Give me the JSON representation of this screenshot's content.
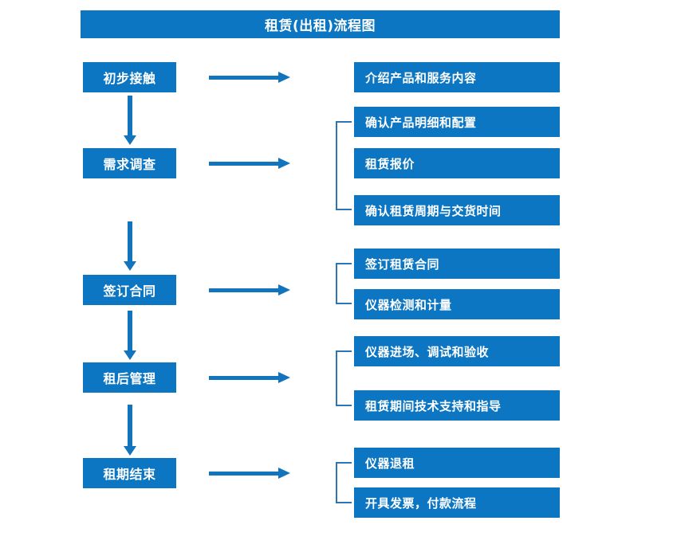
{
  "title": "租赁(出租)流程图",
  "theme": {
    "box_fill": "#0C76C3",
    "box_text": "#FFFFFF",
    "arrow": "#1274BC",
    "bracket": "#2E75B6",
    "background": "#FFFFFF"
  },
  "stages": [
    {
      "label": "初步接触"
    },
    {
      "label": "需求调查"
    },
    {
      "label": "签订合同"
    },
    {
      "label": "租后管理"
    },
    {
      "label": "租期结束"
    }
  ],
  "details": [
    {
      "label": "介绍产品和服务内容"
    },
    {
      "label": "确认产品明细和配置"
    },
    {
      "label": "租赁报价"
    },
    {
      "label": "确认租赁周期与交货时间"
    },
    {
      "label": "签订租赁合同"
    },
    {
      "label": "仪器检测和计量"
    },
    {
      "label": "仪器进场、调试和验收"
    },
    {
      "label": "租赁期间技术支持和指导"
    },
    {
      "label": "仪器退租"
    },
    {
      "label": "开具发票，付款流程"
    }
  ],
  "connectors": {
    "horizontal_arrows": 5,
    "vertical_arrows": 4,
    "brackets": 4
  }
}
